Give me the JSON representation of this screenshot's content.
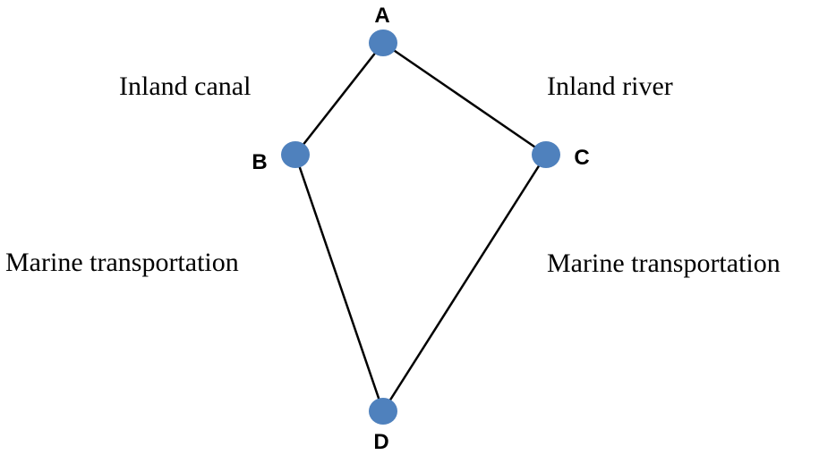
{
  "diagram": {
    "nodes": {
      "A": {
        "label": "A"
      },
      "B": {
        "label": "B"
      },
      "C": {
        "label": "C"
      },
      "D": {
        "label": "D"
      }
    },
    "edges": [
      {
        "from": "A",
        "to": "B",
        "label": "Inland canal"
      },
      {
        "from": "A",
        "to": "C",
        "label": "Inland river"
      },
      {
        "from": "B",
        "to": "D",
        "label": "Marine transportation"
      },
      {
        "from": "C",
        "to": "D",
        "label": "Marine transportation"
      }
    ],
    "colors": {
      "node_fill": "#4F81BD",
      "edge_stroke": "#000000",
      "text": "#000000"
    }
  }
}
